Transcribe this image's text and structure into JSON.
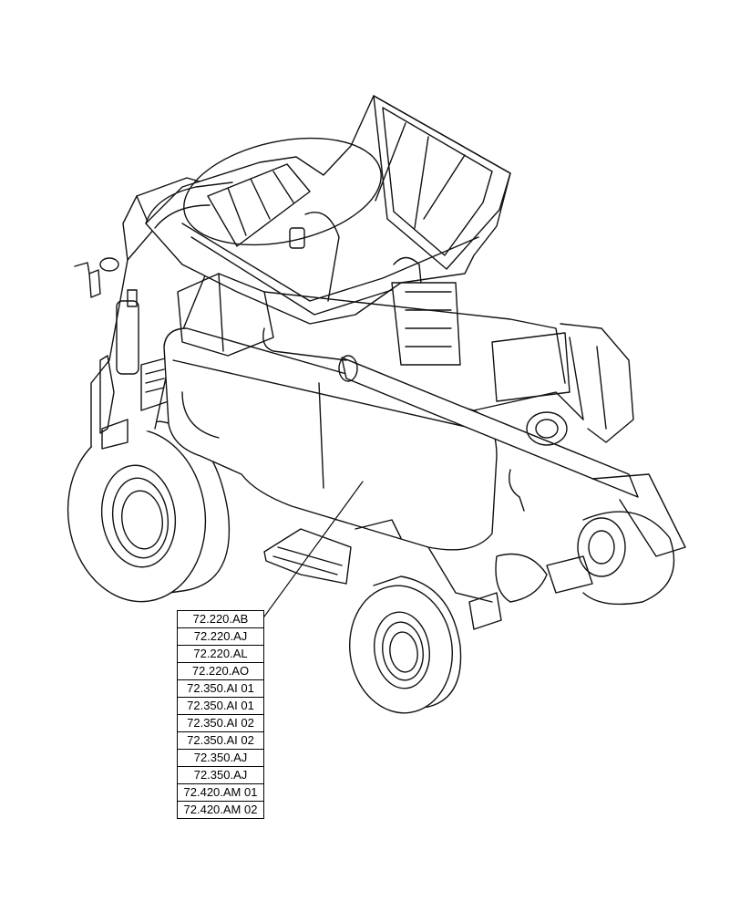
{
  "reference_labels": [
    "72.220.AB",
    "72.220.AJ",
    "72.220.AL",
    "72.220.AO",
    "72.350.AI 01",
    "72.350.AI 01",
    "72.350.AI 02",
    "72.350.AI 02",
    "72.350.AJ",
    "72.350.AJ",
    "72.420.AM 01",
    "72.420.AM 02"
  ]
}
